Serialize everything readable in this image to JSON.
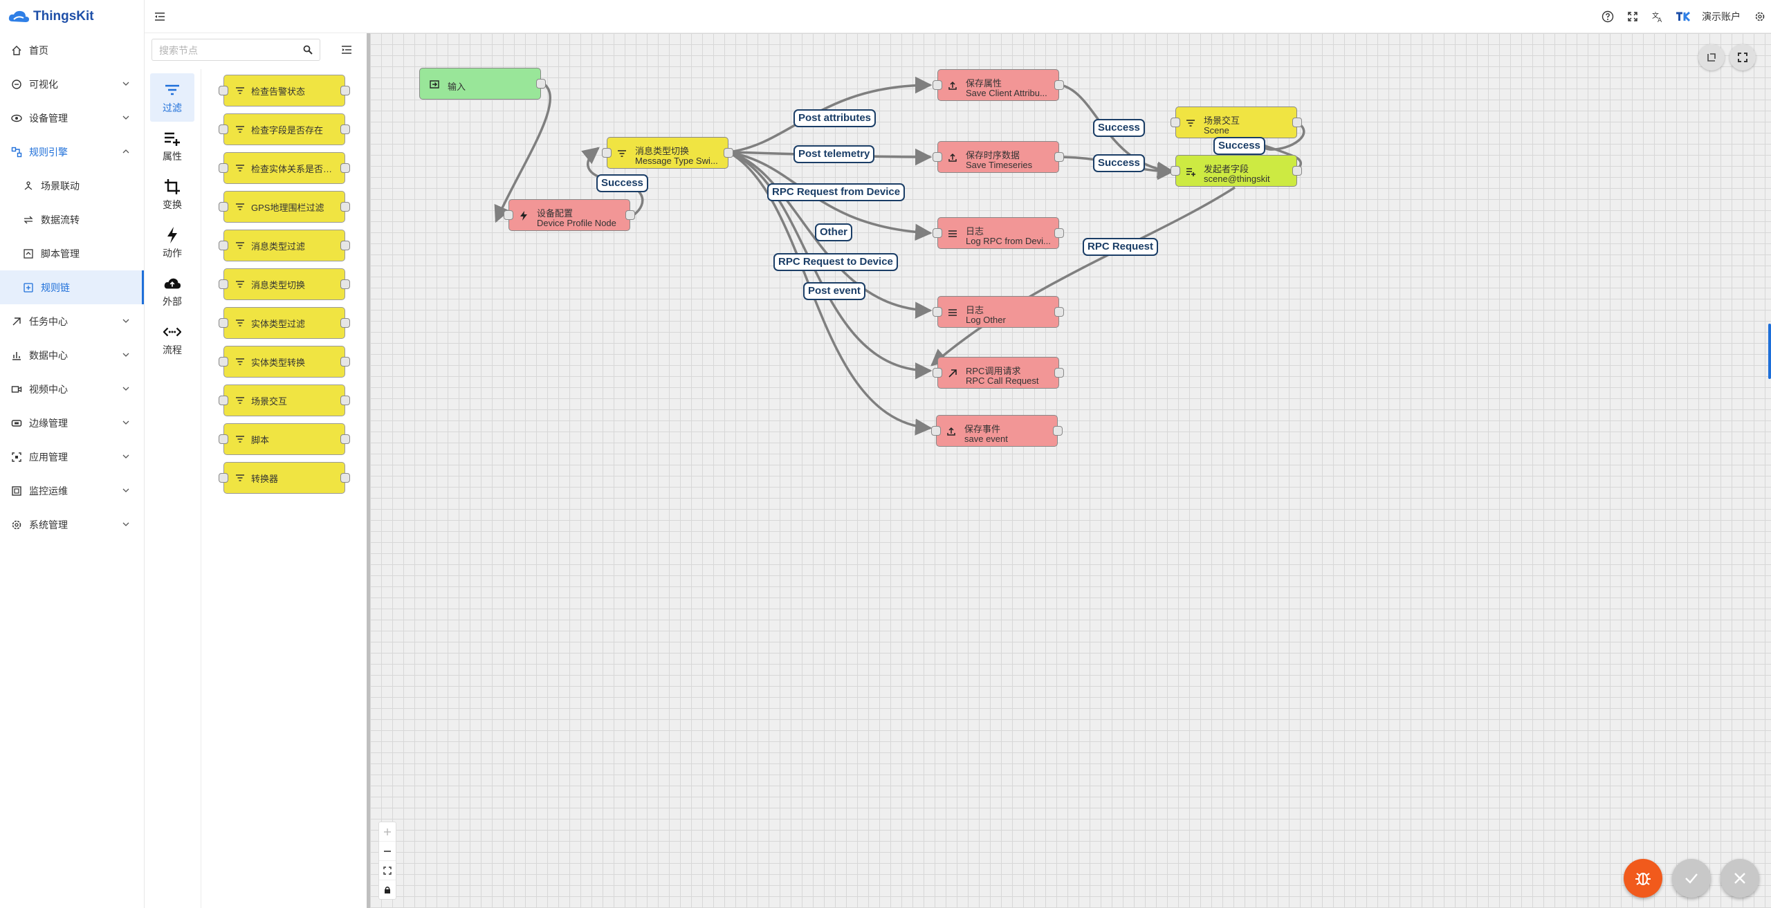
{
  "app": {
    "brand": "ThingsKit"
  },
  "sidebar": {
    "items": [
      {
        "label": "首页",
        "icon": "home-icon"
      },
      {
        "label": "可视化",
        "icon": "visual-icon"
      },
      {
        "label": "设备管理",
        "icon": "device-icon"
      },
      {
        "label": "规则引擎",
        "icon": "rule-icon",
        "expanded": true,
        "children": [
          {
            "label": "场景联动",
            "icon": "scene-icon"
          },
          {
            "label": "数据流转",
            "icon": "flow-icon"
          },
          {
            "label": "脚本管理",
            "icon": "script-icon"
          },
          {
            "label": "规则链",
            "icon": "chain-icon",
            "selected": true
          }
        ]
      },
      {
        "label": "任务中心",
        "icon": "task-icon"
      },
      {
        "label": "数据中心",
        "icon": "data-icon"
      },
      {
        "label": "视频中心",
        "icon": "video-icon"
      },
      {
        "label": "边缘管理",
        "icon": "edge-icon"
      },
      {
        "label": "应用管理",
        "icon": "app-icon"
      },
      {
        "label": "监控运维",
        "icon": "monitor-icon"
      },
      {
        "label": "系统管理",
        "icon": "system-icon"
      }
    ]
  },
  "topbar": {
    "user": "演示账户"
  },
  "library": {
    "search_placeholder": "搜索节点",
    "categories": [
      {
        "label": "过滤",
        "icon": "filter-icon",
        "active": true
      },
      {
        "label": "属性",
        "icon": "attribute-icon"
      },
      {
        "label": "变换",
        "icon": "transform-icon"
      },
      {
        "label": "动作",
        "icon": "action-icon"
      },
      {
        "label": "外部",
        "icon": "cloud-icon"
      },
      {
        "label": "流程",
        "icon": "flow-code-icon"
      }
    ],
    "nodes": [
      "检查告警状态",
      "检查字段是否存在",
      "检查实体关系是否存在",
      "GPS地理围栏过滤",
      "消息类型过滤",
      "消息类型切换",
      "实体类型过滤",
      "实体类型转换",
      "场景交互",
      "脚本",
      "转换器"
    ]
  },
  "canvas": {
    "nodes": [
      {
        "id": "input",
        "title": "输入",
        "subtitle": "",
        "color": "#99e699"
      },
      {
        "id": "profile",
        "title": "设备配置",
        "subtitle": "Device Profile Node",
        "color": "#f29696"
      },
      {
        "id": "switch",
        "title": "消息类型切换",
        "subtitle": "Message Type Swi...",
        "color": "#f0e442"
      },
      {
        "id": "save_attr",
        "title": "保存属性",
        "subtitle": "Save Client Attribu...",
        "color": "#f29696"
      },
      {
        "id": "save_ts",
        "title": "保存时序数据",
        "subtitle": "Save Timeseries",
        "color": "#f29696"
      },
      {
        "id": "log_rpc",
        "title": "日志",
        "subtitle": "Log RPC from Devi...",
        "color": "#f29696"
      },
      {
        "id": "log_other",
        "title": "日志",
        "subtitle": "Log Other",
        "color": "#f29696"
      },
      {
        "id": "rpc_call",
        "title": "RPC调用请求",
        "subtitle": "RPC Call Request",
        "color": "#f29696"
      },
      {
        "id": "save_event",
        "title": "保存事件",
        "subtitle": "save event",
        "color": "#f29696"
      },
      {
        "id": "scene",
        "title": "场景交互",
        "subtitle": "Scene",
        "color": "#f0e442"
      },
      {
        "id": "originator",
        "title": "发起者字段",
        "subtitle": "scene@thingskit",
        "color": "#cdea42"
      }
    ],
    "link_labels": [
      "Success",
      "Post attributes",
      "Post telemetry",
      "RPC Request from Device",
      "Other",
      "RPC Request to Device",
      "Post event",
      "Success",
      "Success",
      "Success",
      "RPC Request"
    ]
  },
  "colors": {
    "accent": "#1e6fd9",
    "fab_debug": "#f15a1c",
    "link": "#7f7f7f",
    "label_border": "#1a3d66"
  }
}
